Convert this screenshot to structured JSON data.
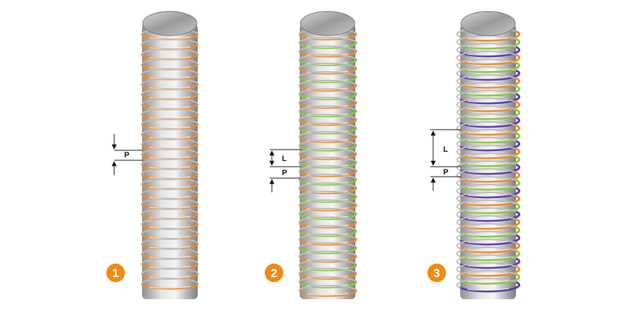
{
  "figure": {
    "panels": [
      {
        "number": "1",
        "thread_starts": 1,
        "thread_colors": [
          "orange"
        ],
        "dimension_labels": {
          "pitch": "P"
        }
      },
      {
        "number": "2",
        "thread_starts": 2,
        "thread_colors": [
          "orange",
          "green"
        ],
        "dimension_labels": {
          "lead": "L",
          "pitch": "P"
        }
      },
      {
        "number": "3",
        "thread_starts": 3,
        "thread_colors": [
          "orange",
          "green",
          "purple"
        ],
        "dimension_labels": {
          "lead": "L",
          "pitch": "P"
        }
      }
    ]
  },
  "colors": {
    "orange": "#ef8a2e",
    "green": "#8cc63f",
    "purple": "#5b3fa8",
    "badge": "#ef8a13",
    "rod_light": "#e4e4e4",
    "rod_dark": "#8f8f8f"
  }
}
